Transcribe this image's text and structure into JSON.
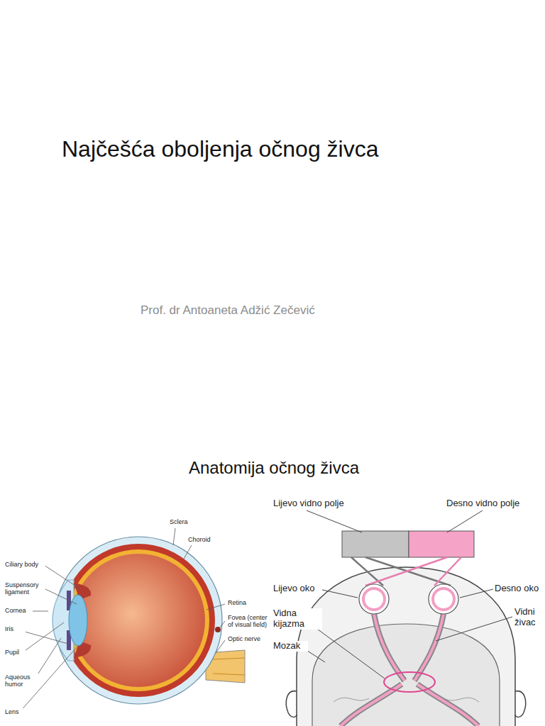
{
  "diagram": {
    "title": "Najčešća oboljenja očnog živca",
    "labels": [
      "Prof. dr Antoaneta Adžić Zečević",
      "Anatomija očnog živca",
      "Sclera",
      "Choroid",
      "Ciliary body",
      "Suspensory ligament",
      "Cornea",
      "Retina",
      "Iris",
      "Fovea (center of visual field)",
      "Pupil",
      "Optic nerve",
      "Aqueous humor",
      "Lens",
      "Lijevo vidno polje",
      "Desno vidno polje",
      "Lijevo oko",
      "Desno oko",
      "Vidna kijazma",
      "Vidni živac",
      "Mozak"
    ]
  }
}
